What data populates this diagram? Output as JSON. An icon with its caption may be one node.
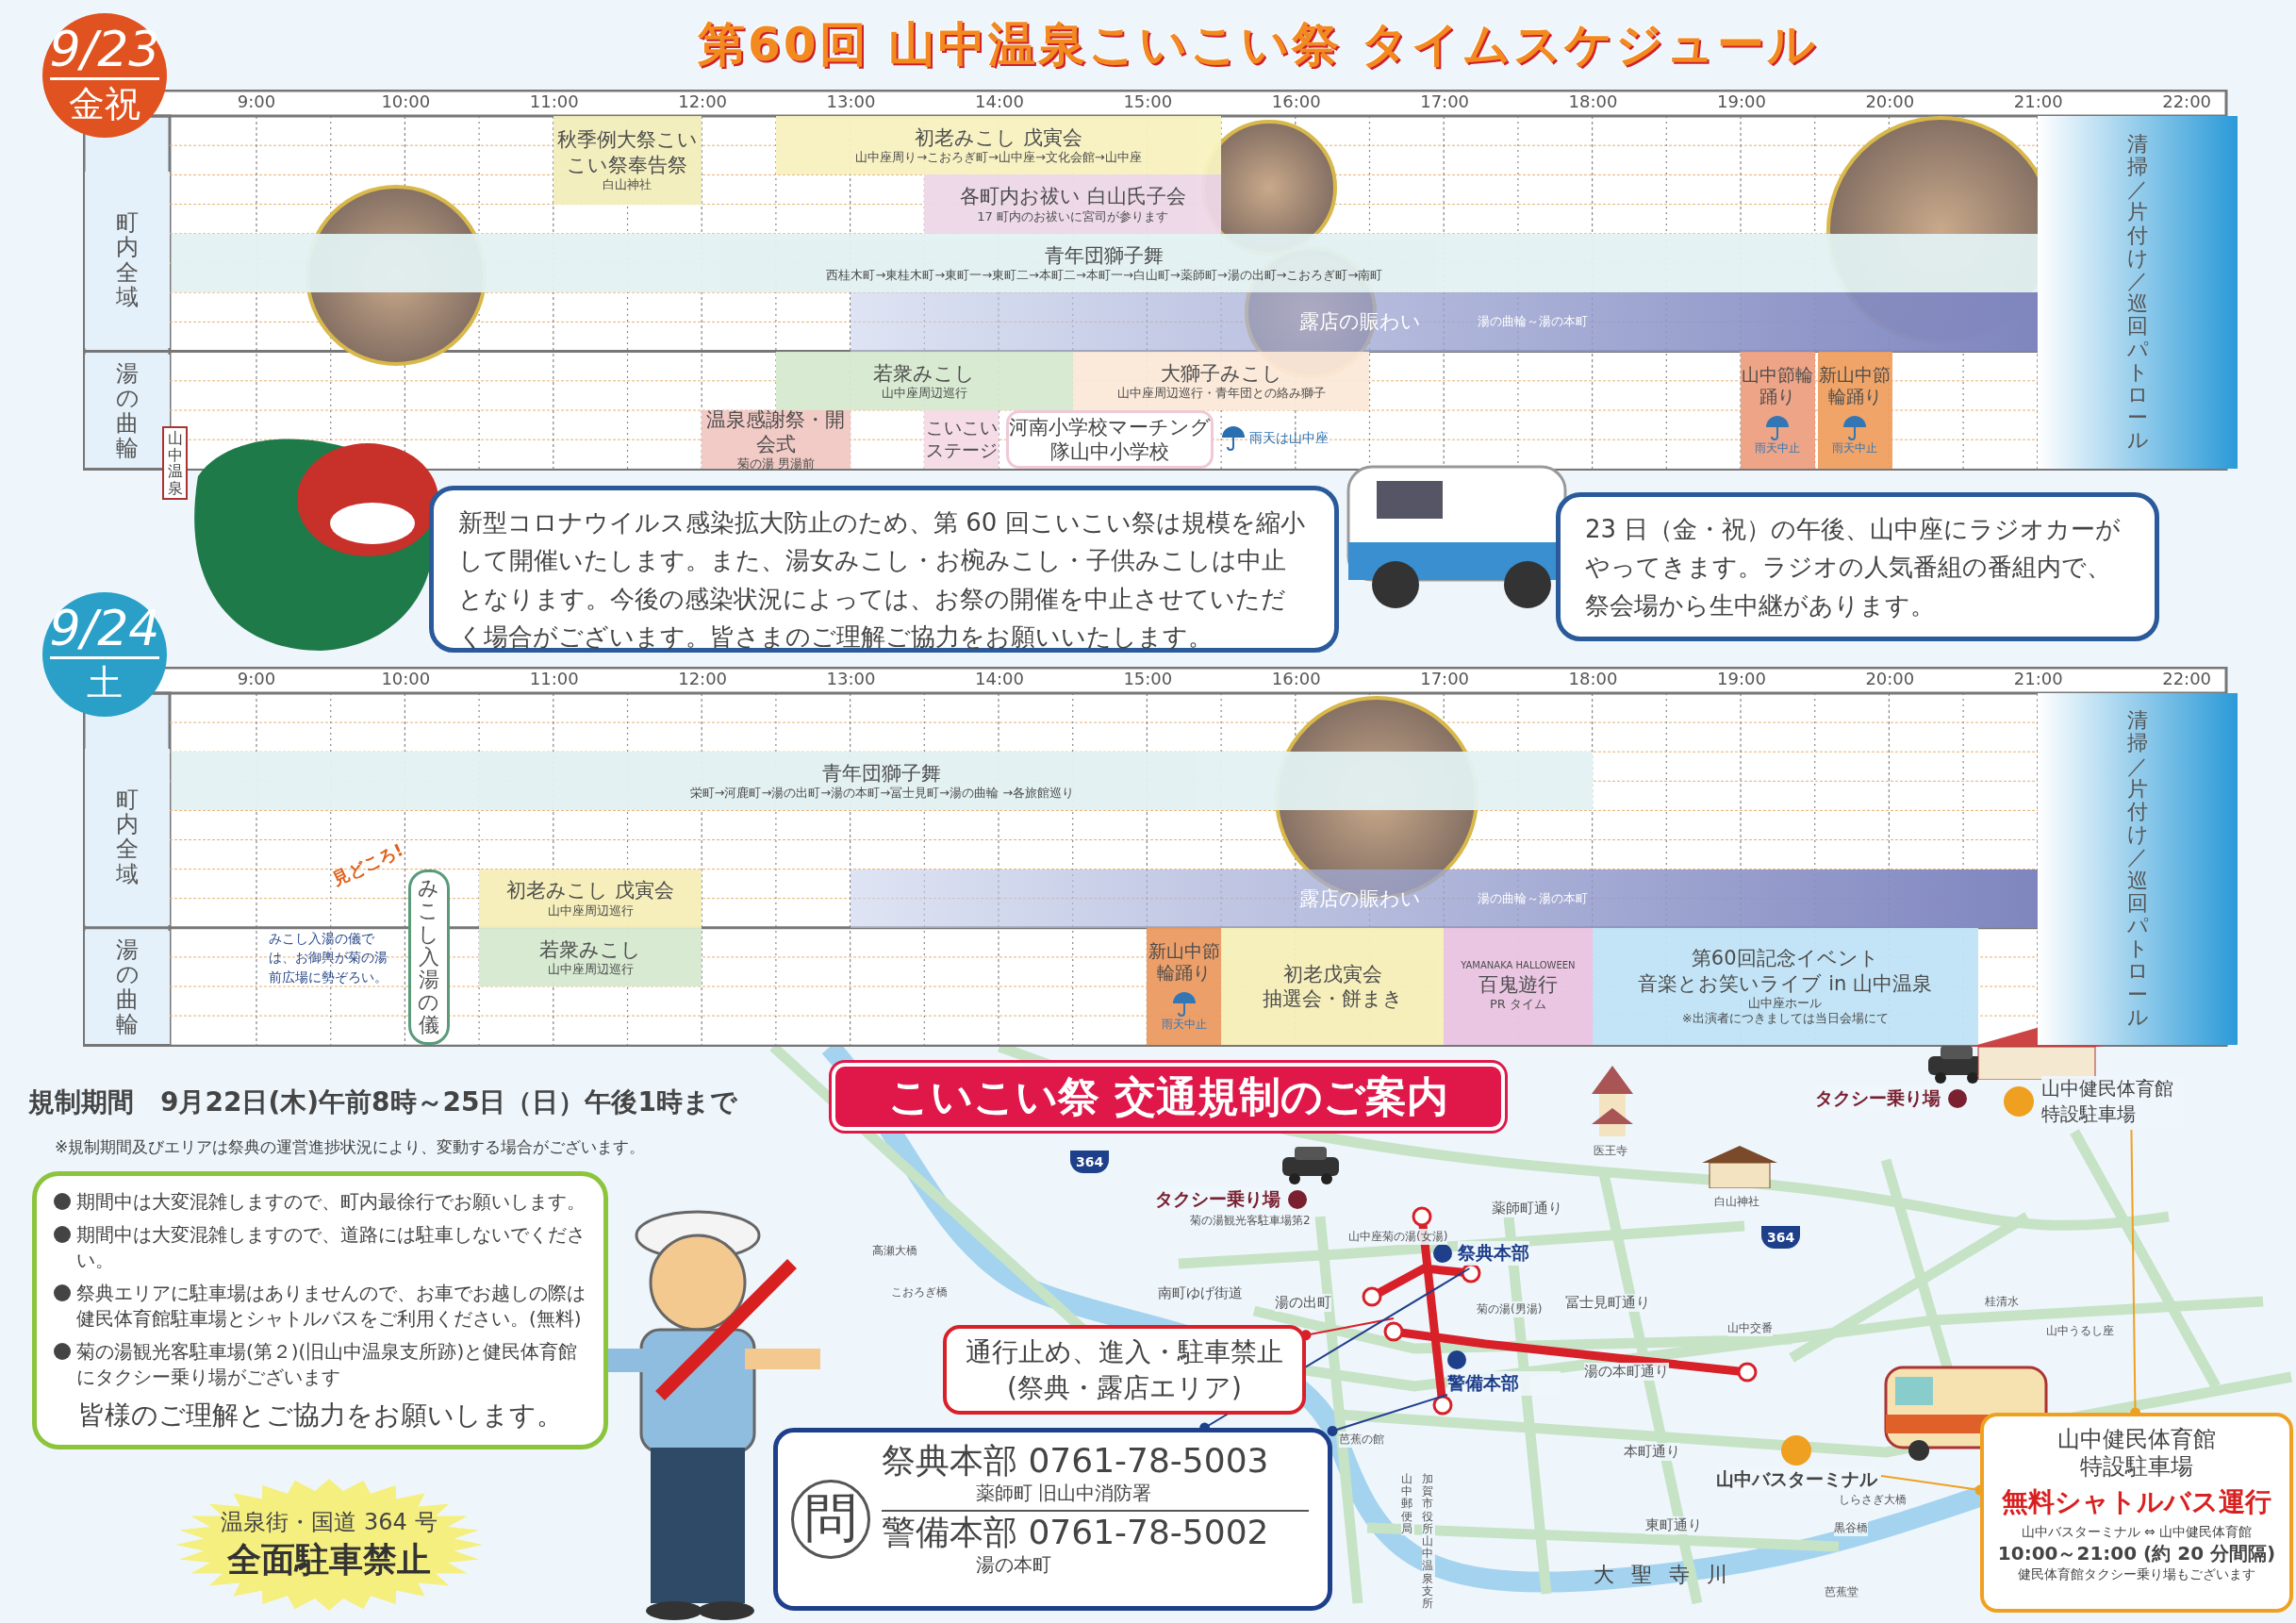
{
  "diagram": {
    "title": "第60回 山中温泉こいこい祭 タイムスケジュール",
    "nodes": [
      {
        "text": [
          "9/23",
          "金祝"
        ]
      },
      {
        "text": [
          "町内全域"
        ]
      },
      {
        "text": [
          "湯の曲輪"
        ]
      },
      {
        "text": [
          "秋季例大祭こいこい祭奉告祭",
          "白山神社"
        ]
      },
      {
        "text": [
          "初老みこし 戊寅会",
          "山中座周り→こおろぎ町→山中座→文化会館→山中座"
        ]
      },
      {
        "text": [
          "各町内お祓い 白山氏子会",
          "17 町内のお祓いに宮司が参ります"
        ]
      },
      {
        "text": [
          "青年団獅子舞",
          "西桂木町→東桂木町→東町一→東町二→本町二→本町一→白山町→薬師町→湯の出町→こおろぎ町→南町"
        ]
      },
      {
        "text": [
          "露店の賑わい",
          "湯の曲輪～湯の本町"
        ]
      },
      {
        "text": [
          "若衆みこし",
          "山中座周辺巡行"
        ]
      },
      {
        "text": [
          "大獅子みこし",
          "山中座周辺巡行・青年団との絡み獅子"
        ]
      },
      {
        "text": [
          "温泉感謝祭・開会式",
          "菊の湯 男湯前"
        ]
      },
      {
        "text": [
          "こいこいステージ"
        ]
      },
      {
        "text": [
          "河南小学校マーチング隊山中小学校"
        ]
      },
      {
        "text": [
          "山中節輪踊り",
          "雨天中止"
        ]
      },
      {
        "text": [
          "新山中節輪踊り",
          "雨天中止"
        ]
      },
      {
        "text": [
          "清掃／片付け／巡回パトロール"
        ]
      },
      {
        "text": [
          "新型コロナウイルス感染拡大防止のため、第 60 回こいこい祭は規模を縮小して開催いたします。また、湯女みこし・お椀みこし・子供みこしは中止となります。今後の感染状況によっては、お祭の開催を中止させていただく場合がございます。皆さまのご理解ご協力をお願いいたします。"
        ]
      },
      {
        "text": [
          "23 日（金・祝）の午後、山中座にラジオカーがやってきます。ラジオの人気番組の番組内で、祭会場から生中継があります。"
        ]
      },
      {
        "text": [
          "9/24",
          "土"
        ]
      },
      {
        "text": [
          "町内全域"
        ]
      },
      {
        "text": [
          "湯の曲輪"
        ]
      },
      {
        "text": [
          "青年団獅子舞",
          "栄町→河鹿町→湯の出町→湯の本町→冨士見町→湯の曲輪 →各旅館巡り"
        ]
      },
      {
        "text": [
          "初老みこし 戊寅会",
          "山中座周辺巡行"
        ]
      },
      {
        "text": [
          "露店の賑わい",
          "湯の曲輪～湯の本町"
        ]
      },
      {
        "text": [
          "みこし入湯の儀"
        ]
      },
      {
        "text": [
          "若衆みこし",
          "山中座周辺巡行"
        ]
      },
      {
        "text": [
          "新山中節輪踊り",
          "雨天中止"
        ]
      },
      {
        "text": [
          "初老戊寅会",
          "抽選会・餅まき"
        ]
      },
      {
        "text": [
          "YAMANAKA HALLOWEEN",
          "百鬼遊行",
          "PR タイム"
        ]
      },
      {
        "text": [
          "第60回記念イベント",
          "音楽とお笑いライブ in 山中温泉",
          "山中座ホール",
          "※出演者につきましては当日会場にて"
        ]
      },
      {
        "text": [
          "清掃／片付け／巡回パトロール"
        ]
      },
      {
        "text": [
          "こいこい祭 交通規制のご案内"
        ]
      },
      {
        "text": [
          "期間中は大変混雑しますので、町内最徐行でお願いします。",
          "期間中は大変混雑しますので、道路には駐車しないでください。",
          "祭典エリアに駐車場はありませんので、お車でお越しの際は健民体育館駐車場とシャトルバスをご利用ください。(無料)",
          "菊の湯観光客駐車場(第２)(旧山中温泉支所跡)と健民体育館にタクシー乗り場がございます",
          "皆様のご理解とご協力をお願いします。"
        ]
      },
      {
        "text": [
          "温泉街・国道 364 号",
          "全面駐車禁止"
        ]
      },
      {
        "text": [
          "通行止め、進入・駐車禁止(祭典・露店エリア)"
        ]
      },
      {
        "text": [
          "問",
          "祭典本部 0761-78-5003",
          "薬師町 旧山中消防署",
          "警備本部 0761-78-5002",
          "湯の本町"
        ]
      },
      {
        "text": [
          "祭典本部"
        ]
      },
      {
        "text": [
          "警備本部"
        ]
      },
      {
        "text": [
          "山中健民体育館特設駐車場",
          "無料シャトルバス運行",
          "山中バスターミナル ⇔ 山中健民体育館",
          "10:00～21:00 (約 20 分間隔)",
          "健民体育館タクシー乗り場もございます"
        ]
      },
      {
        "text": [
          "山中健民体育館特設駐車場"
        ]
      },
      {
        "text": [
          "山中バスターミナル"
        ]
      },
      {
        "text": [
          "タクシー乗り場"
        ]
      },
      {
        "text": [
          "タクシー乗り場"
        ]
      }
    ],
    "edges": [
      {
        "from": 34,
        "to": null,
        "arrow": "other",
        "color": "#d82028"
      },
      {
        "from": 35,
        "to": 36,
        "arrow": "other",
        "color": "#1e3f8a"
      },
      {
        "from": 35,
        "to": 37,
        "arrow": "other",
        "color": "#1e3f8a"
      },
      {
        "from": 38,
        "to": 39,
        "arrow": "other",
        "color": "#f0a020"
      },
      {
        "from": 38,
        "to": 40,
        "arrow": "other",
        "color": "#f0a020"
      }
    ],
    "labels": [
      "9:00",
      "10:00",
      "11:00",
      "12:00",
      "13:00",
      "14:00",
      "15:00",
      "16:00",
      "17:00",
      "18:00",
      "19:00",
      "20:00",
      "21:00",
      "22:00",
      "山中温泉",
      "9:00",
      "10:00",
      "11:00",
      "12:00",
      "13:00",
      "14:00",
      "15:00",
      "16:00",
      "17:00",
      "18:00",
      "19:00",
      "20:00",
      "21:00",
      "22:00",
      "見どころ!",
      "みこし入湯の儀では、お御輿が菊の湯前広場に勢ぞろい。",
      "規制期間　9月22日(木)午前8時～25日（日）午後1時まで",
      "※規制期間及びエリアは祭典の運営進捗状況により、変動する場合がございます。",
      "364",
      "364",
      "菊の湯観光客駐車場第2",
      "医王寺",
      "白山神社",
      "薬師町通り",
      "山中座菊の湯(女湯)",
      "菊の湯(男湯)",
      "南町ゆげ街道",
      "湯の出町",
      "冨士見町通り",
      "山中交番",
      "桂清水",
      "山中うるし座",
      "湯の本町通り",
      "芭蕉の館",
      "本町通り",
      "山中郵便局",
      "加賀市役所山中温泉支所",
      "東町通り",
      "しらさぎ大橋",
      "黒谷橋",
      "芭蕉堂",
      "大聖寺川",
      "高瀬大橋",
      "こおろぎ橋",
      "雨天は山中座"
    ]
  }
}
